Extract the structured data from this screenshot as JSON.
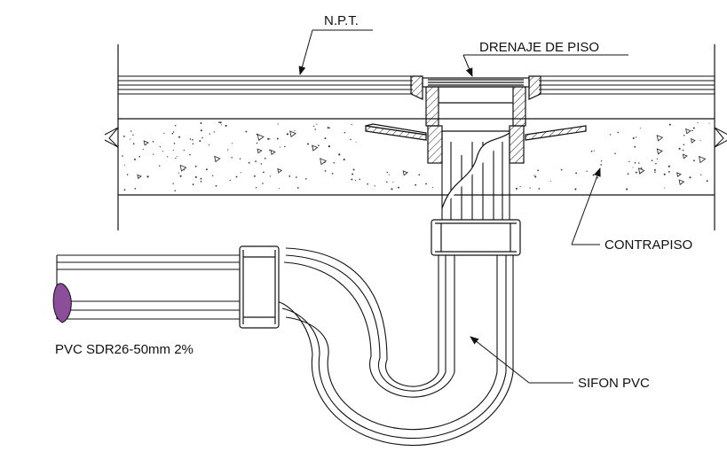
{
  "labels": {
    "npt": "N.P.T.",
    "floor_drain": "DRENAJE DE PISO",
    "subfloor": "CONTRAPISO",
    "trap": "SIFON PVC",
    "pipe_spec": "PVC SDR26-50mm 2%"
  },
  "colors": {
    "line": "#111111",
    "hatch": "#222222",
    "aggregate": "#333333",
    "pipe_end": "#8c4d9a"
  }
}
